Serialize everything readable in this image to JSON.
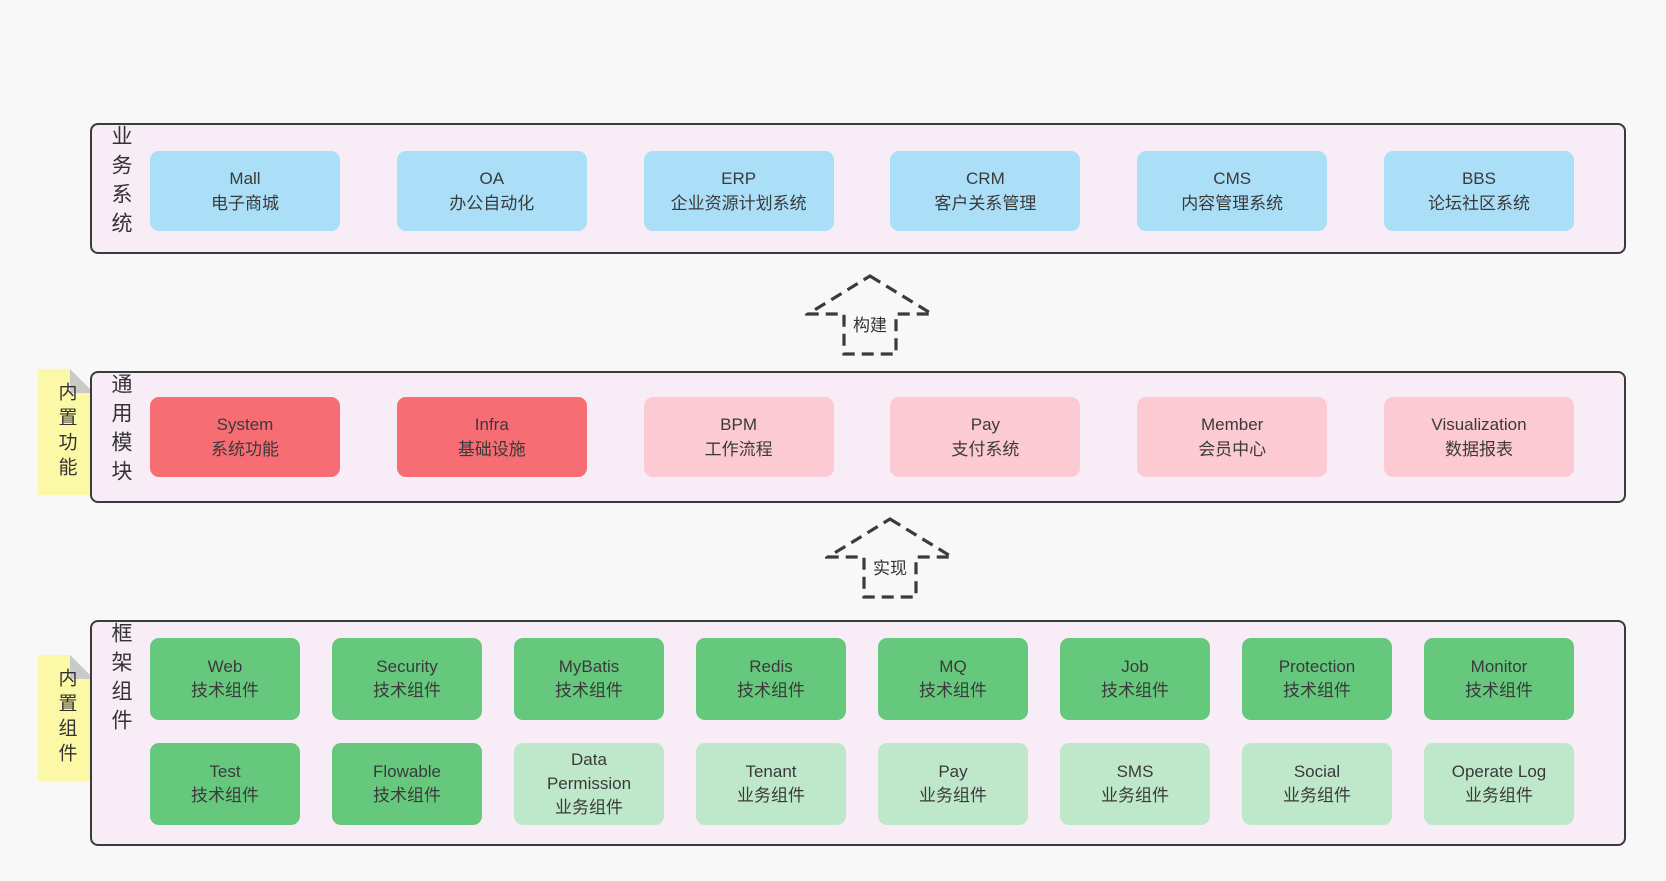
{
  "diagram": {
    "bands": [
      {
        "label": "业务系统",
        "boxes": [
          {
            "name": "Mall",
            "desc": "电子商城"
          },
          {
            "name": "OA",
            "desc": "办公自动化"
          },
          {
            "name": "ERP",
            "desc": "企业资源计划系统"
          },
          {
            "name": "CRM",
            "desc": "客户关系管理"
          },
          {
            "name": "CMS",
            "desc": "内容管理系统"
          },
          {
            "name": "BBS",
            "desc": "论坛社区系统"
          }
        ]
      },
      {
        "label": "通用模块",
        "note": "内置功能",
        "boxes": [
          {
            "name": "System",
            "desc": "系统功能"
          },
          {
            "name": "Infra",
            "desc": "基础设施"
          },
          {
            "name": "BPM",
            "desc": "工作流程"
          },
          {
            "name": "Pay",
            "desc": "支付系统"
          },
          {
            "name": "Member",
            "desc": "会员中心"
          },
          {
            "name": "Visualization",
            "desc": "数据报表"
          }
        ]
      },
      {
        "label": "框架组件",
        "note": "内置组件",
        "row1": [
          {
            "name": "Web",
            "desc": "技术组件"
          },
          {
            "name": "Security",
            "desc": "技术组件"
          },
          {
            "name": "MyBatis",
            "desc": "技术组件"
          },
          {
            "name": "Redis",
            "desc": "技术组件"
          },
          {
            "name": "MQ",
            "desc": "技术组件"
          },
          {
            "name": "Job",
            "desc": "技术组件"
          },
          {
            "name": "Protection",
            "desc": "技术组件"
          },
          {
            "name": "Monitor",
            "desc": "技术组件"
          }
        ],
        "row2": [
          {
            "name": "Test",
            "desc": "技术组件"
          },
          {
            "name": "Flowable",
            "desc": "技术组件"
          },
          {
            "name": "Data Permission",
            "desc": "业务组件"
          },
          {
            "name": "Tenant",
            "desc": "业务组件"
          },
          {
            "name": "Pay",
            "desc": "业务组件"
          },
          {
            "name": "SMS",
            "desc": "业务组件"
          },
          {
            "name": "Social",
            "desc": "业务组件"
          },
          {
            "name": "Operate Log",
            "desc": "业务组件"
          }
        ]
      }
    ],
    "arrows": [
      {
        "label": "构建"
      },
      {
        "label": "实现"
      }
    ],
    "colors": {
      "page_bg": "#f8f8f8",
      "band_bg": "#f8edf6",
      "band_border": "#3b3b3b",
      "business_box": "#abdef7",
      "core_module_box": "#f66d73",
      "optional_module_box": "#fccad3",
      "tech_component_box": "#66c87c",
      "biz_component_box": "#bfe8ca",
      "sticky_note": "#fbf9a5",
      "sticky_fold": "#c9c9c9",
      "text": "#3a3a3a"
    }
  }
}
